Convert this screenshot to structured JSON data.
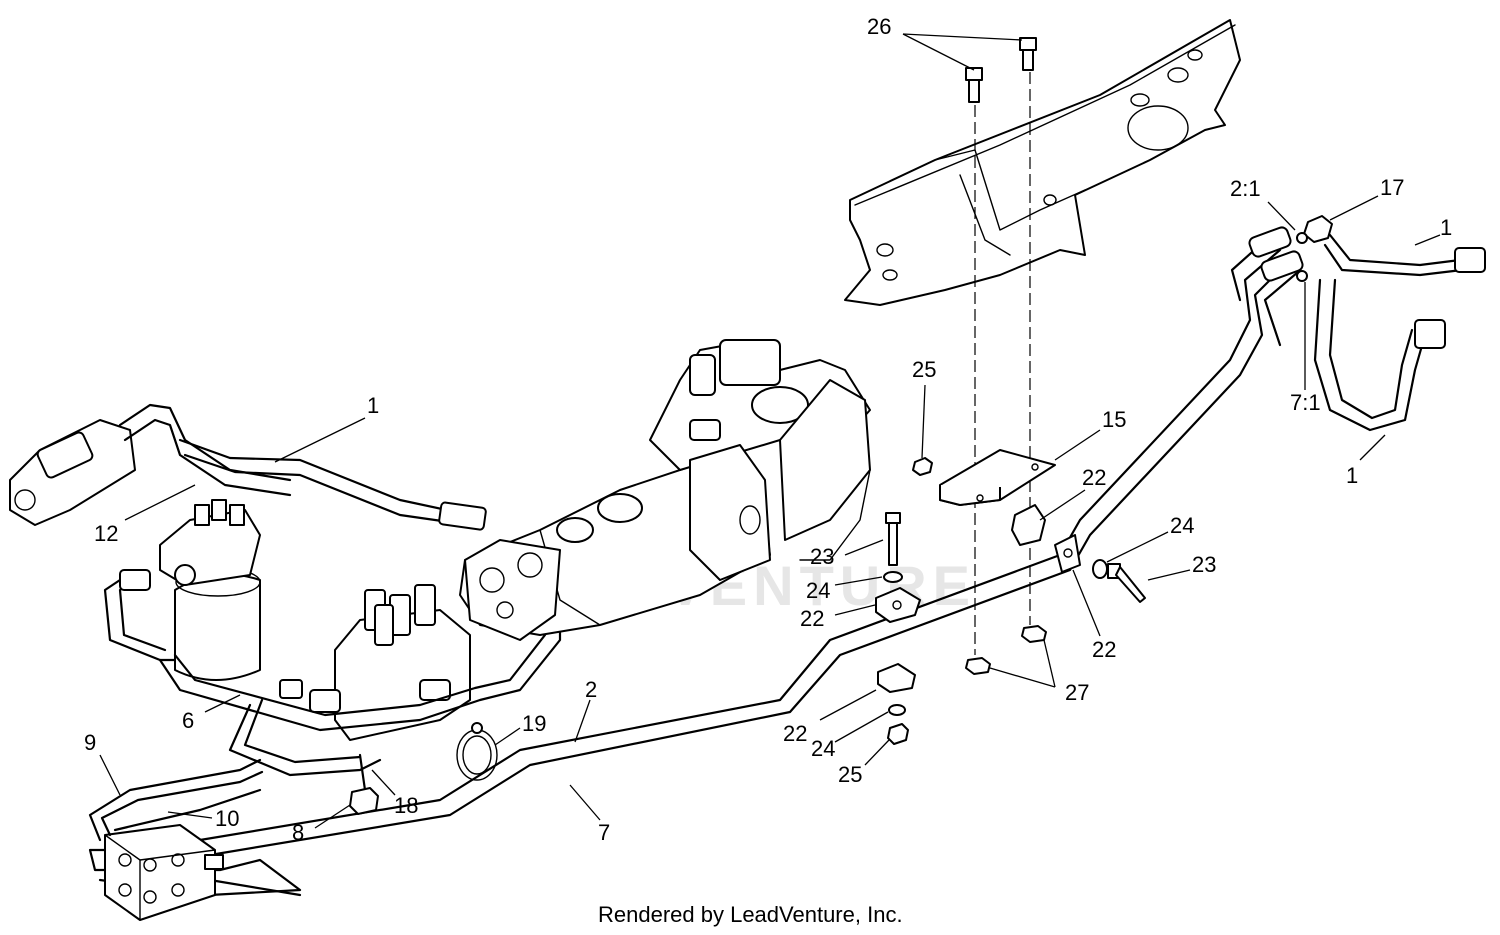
{
  "watermark": "LEADVENTURE",
  "footer": "Rendered by LeadVenture, Inc.",
  "callouts": [
    "26",
    "2:1",
    "17",
    "1",
    "7:1",
    "1",
    "25",
    "15",
    "22",
    "1",
    "12",
    "23",
    "24",
    "22",
    "24",
    "23",
    "22",
    "27",
    "2",
    "19",
    "22",
    "24",
    "25",
    "6",
    "9",
    "18",
    "10",
    "8",
    "7"
  ]
}
